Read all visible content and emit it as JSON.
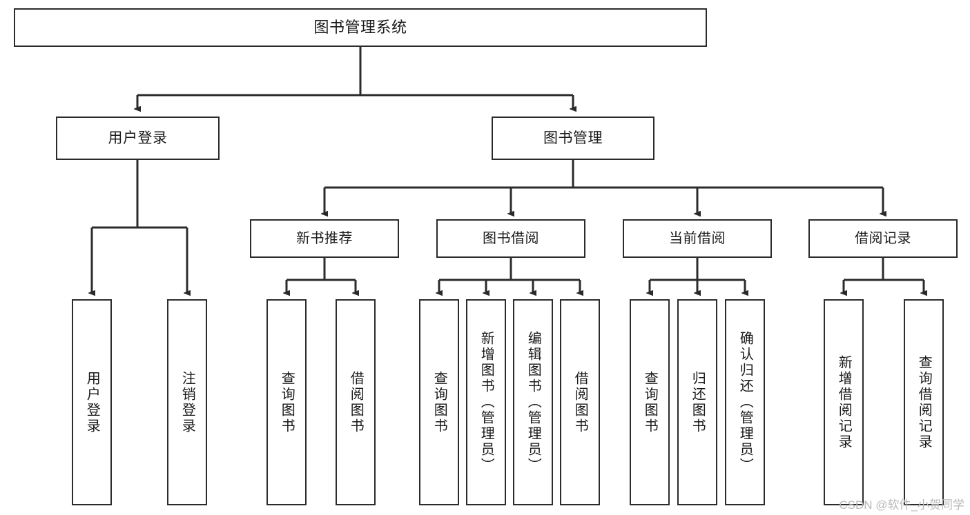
{
  "diagram": {
    "type": "tree-hierarchy",
    "title": "图书管理系统",
    "colors": {
      "box_stroke": "#2b2b2b",
      "box_fill": "#ffffff",
      "connector": "#2b2b2b",
      "text": "#1a1a1a",
      "watermark": "#b9b9b9",
      "background": "#ffffff"
    },
    "root": {
      "label": "图书管理系统"
    },
    "level2": [
      {
        "label": "用户登录"
      },
      {
        "label": "图书管理"
      }
    ],
    "level3": [
      {
        "label": "新书推荐"
      },
      {
        "label": "图书借阅"
      },
      {
        "label": "当前借阅"
      },
      {
        "label": "借阅记录"
      }
    ],
    "leaves": {
      "user_login": [
        {
          "label": "用户登录"
        },
        {
          "label": "注销登录"
        }
      ],
      "new_book_recommend": [
        {
          "label": "查询图书"
        },
        {
          "label": "借阅图书"
        }
      ],
      "book_borrow": [
        {
          "label": "查询图书"
        },
        {
          "label": "新增图书（管理员）"
        },
        {
          "label": "编辑图书（管理员）"
        },
        {
          "label": "借阅图书"
        }
      ],
      "current_borrow": [
        {
          "label": "查询图书"
        },
        {
          "label": "归还图书"
        },
        {
          "label": "确认归还（管理员）"
        }
      ],
      "borrow_records": [
        {
          "label": "新增借阅记录"
        },
        {
          "label": "查询借阅记录"
        }
      ]
    },
    "watermark": "CSDN @软件_小贺同学"
  }
}
